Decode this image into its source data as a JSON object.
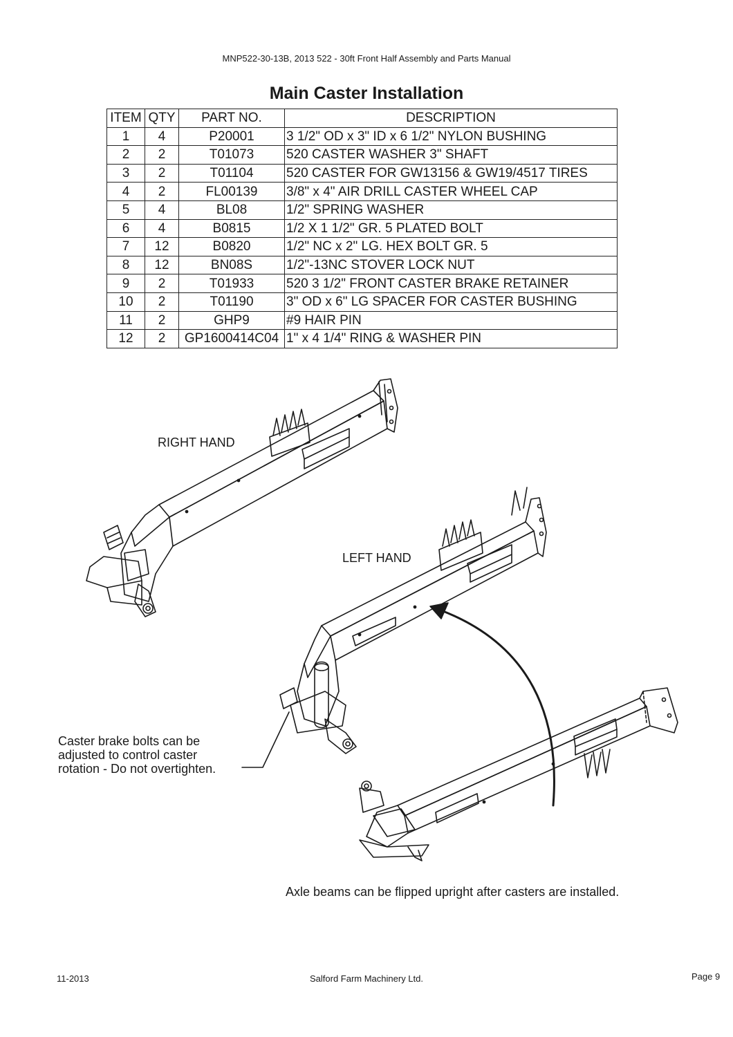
{
  "header": {
    "doc_title": "MNP522-30-13B, 2013 522 - 30ft Front Half Assembly and Parts Manual"
  },
  "section": {
    "title": "Main Caster Installation"
  },
  "table": {
    "columns": [
      "ITEM",
      "QTY",
      "PART NO.",
      "DESCRIPTION"
    ],
    "rows": [
      [
        "1",
        "4",
        "P20001",
        "3 1/2\" OD x 3\" ID x 6 1/2\" NYLON BUSHING"
      ],
      [
        "2",
        "2",
        "T01073",
        "520 CASTER WASHER 3\" SHAFT"
      ],
      [
        "3",
        "2",
        "T01104",
        "520 CASTER FOR GW13156 & GW19/4517 TIRES"
      ],
      [
        "4",
        "2",
        "FL00139",
        "3/8\" x 4\" AIR DRILL CASTER WHEEL CAP"
      ],
      [
        "5",
        "4",
        "BL08",
        "1/2\" SPRING WASHER"
      ],
      [
        "6",
        "4",
        "B0815",
        "1/2 X 1 1/2\" GR. 5 PLATED BOLT"
      ],
      [
        "7",
        "12",
        "B0820",
        "1/2\" NC x 2\" LG. HEX BOLT GR. 5"
      ],
      [
        "8",
        "12",
        "BN08S",
        "1/2\"-13NC STOVER LOCK NUT"
      ],
      [
        "9",
        "2",
        "T01933",
        "520 3 1/2\" FRONT CASTER BRAKE RETAINER"
      ],
      [
        "10",
        "2",
        "T01190",
        "3\" OD x 6\" LG SPACER FOR CASTER BUSHING"
      ],
      [
        "11",
        "2",
        "GHP9",
        "#9 HAIR PIN"
      ],
      [
        "12",
        "2",
        "GP1600414C04",
        "1\" x 4 1/4\" RING & WASHER PIN"
      ]
    ]
  },
  "diagram": {
    "right_hand_label": "RIGHT HAND",
    "left_hand_label": "LEFT HAND",
    "brake_note": [
      "Caster brake bolts can be",
      "adjusted to control caster",
      "rotation - Do not overtighten."
    ],
    "flip_note": "Axle beams can be flipped upright after casters are installed."
  },
  "footer": {
    "date": "11-2013",
    "company": "Salford Farm Machinery Ltd.",
    "page": "Page 9"
  }
}
